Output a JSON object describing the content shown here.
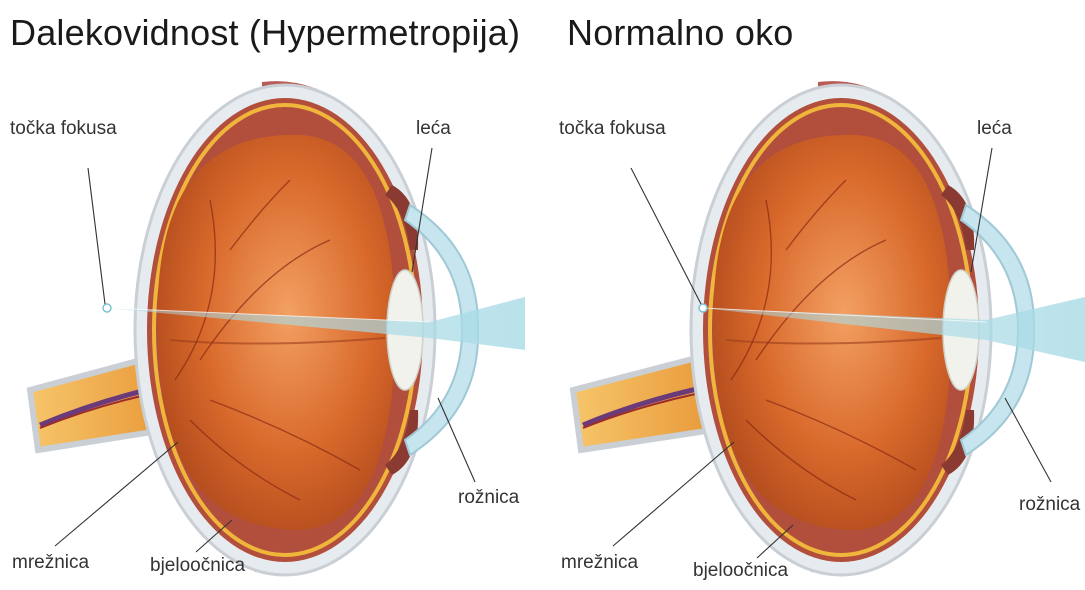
{
  "panels": [
    {
      "title": "Dalekovidnost (Hypermetropija)",
      "labels": {
        "focus_point": "točka fokusa",
        "lens": "leća",
        "cornea": "rožnica",
        "retina": "mrežnica",
        "sclera": "bjeloočnica"
      }
    },
    {
      "title": "Normalno oko",
      "labels": {
        "focus_point": "točka fokusa",
        "lens": "leća",
        "cornea": "rožnica",
        "retina": "mrežnica",
        "sclera": "bjeloočnica"
      }
    }
  ],
  "colors": {
    "vitreous": "#d86a2c",
    "sclera": "#e4e9ee",
    "choroid": "#a8463a",
    "retina_line": "#f0b63c",
    "cornea": "#bfe3ec",
    "light_beam": "#a9dbe6",
    "optic_nerve": "#f2b450"
  }
}
